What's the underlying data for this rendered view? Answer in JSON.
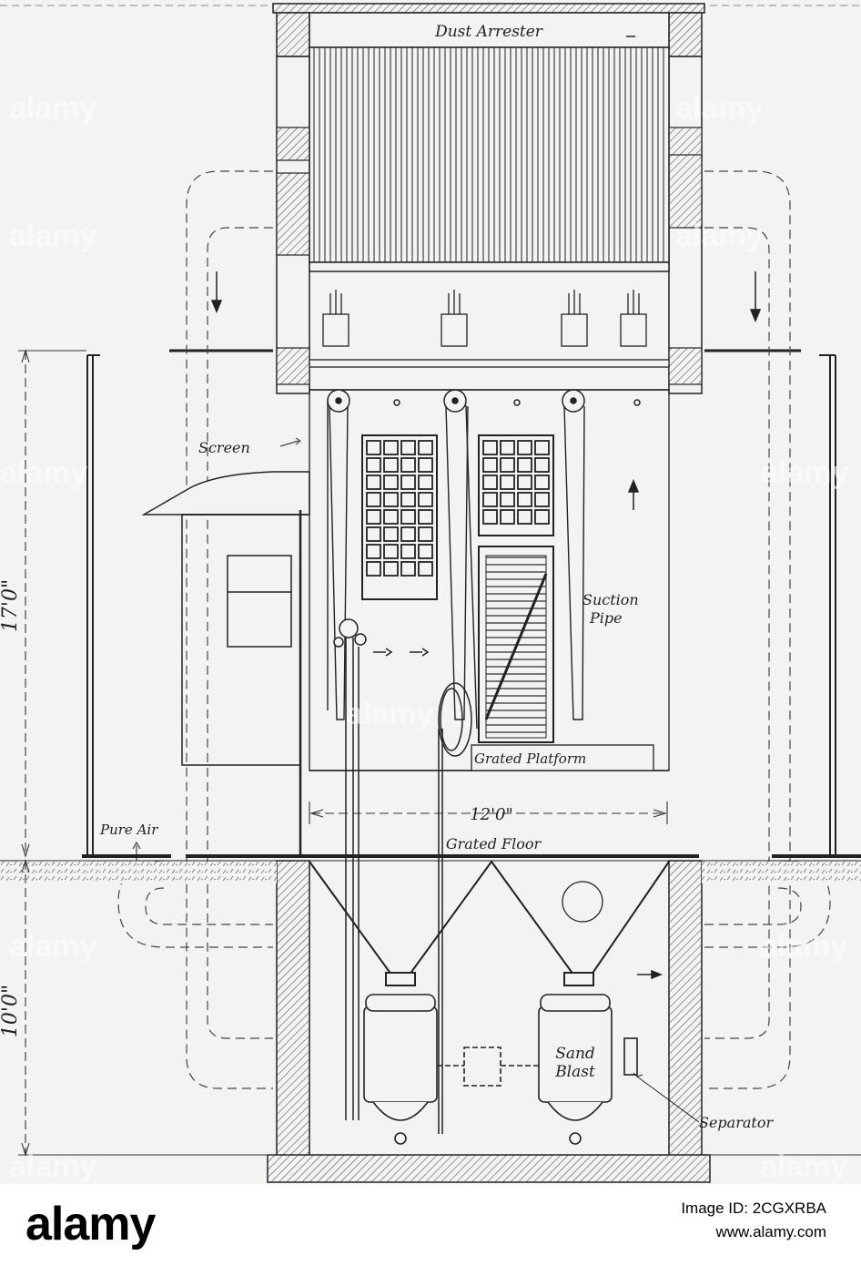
{
  "labels": {
    "dust_arrester": "Dust Arrester",
    "screen": "Screen",
    "suction_pipe_line1": "Suction",
    "suction_pipe_line2": "Pipe",
    "grated_platform": "Grated Platform",
    "width_dimension": "12'0\"",
    "grated_floor": "Grated Floor",
    "pure_air": "Pure Air",
    "height_upper": "17'0\"",
    "height_lower": "10'0\"",
    "sand_blast_line1": "Sand",
    "sand_blast_line2": "Blast",
    "separator": "Separator"
  },
  "watermark": {
    "text": "alamy"
  },
  "footer": {
    "logo": "alamy",
    "image_id": "Image ID: 2CGXRBA",
    "site": "www.alamy.com"
  }
}
